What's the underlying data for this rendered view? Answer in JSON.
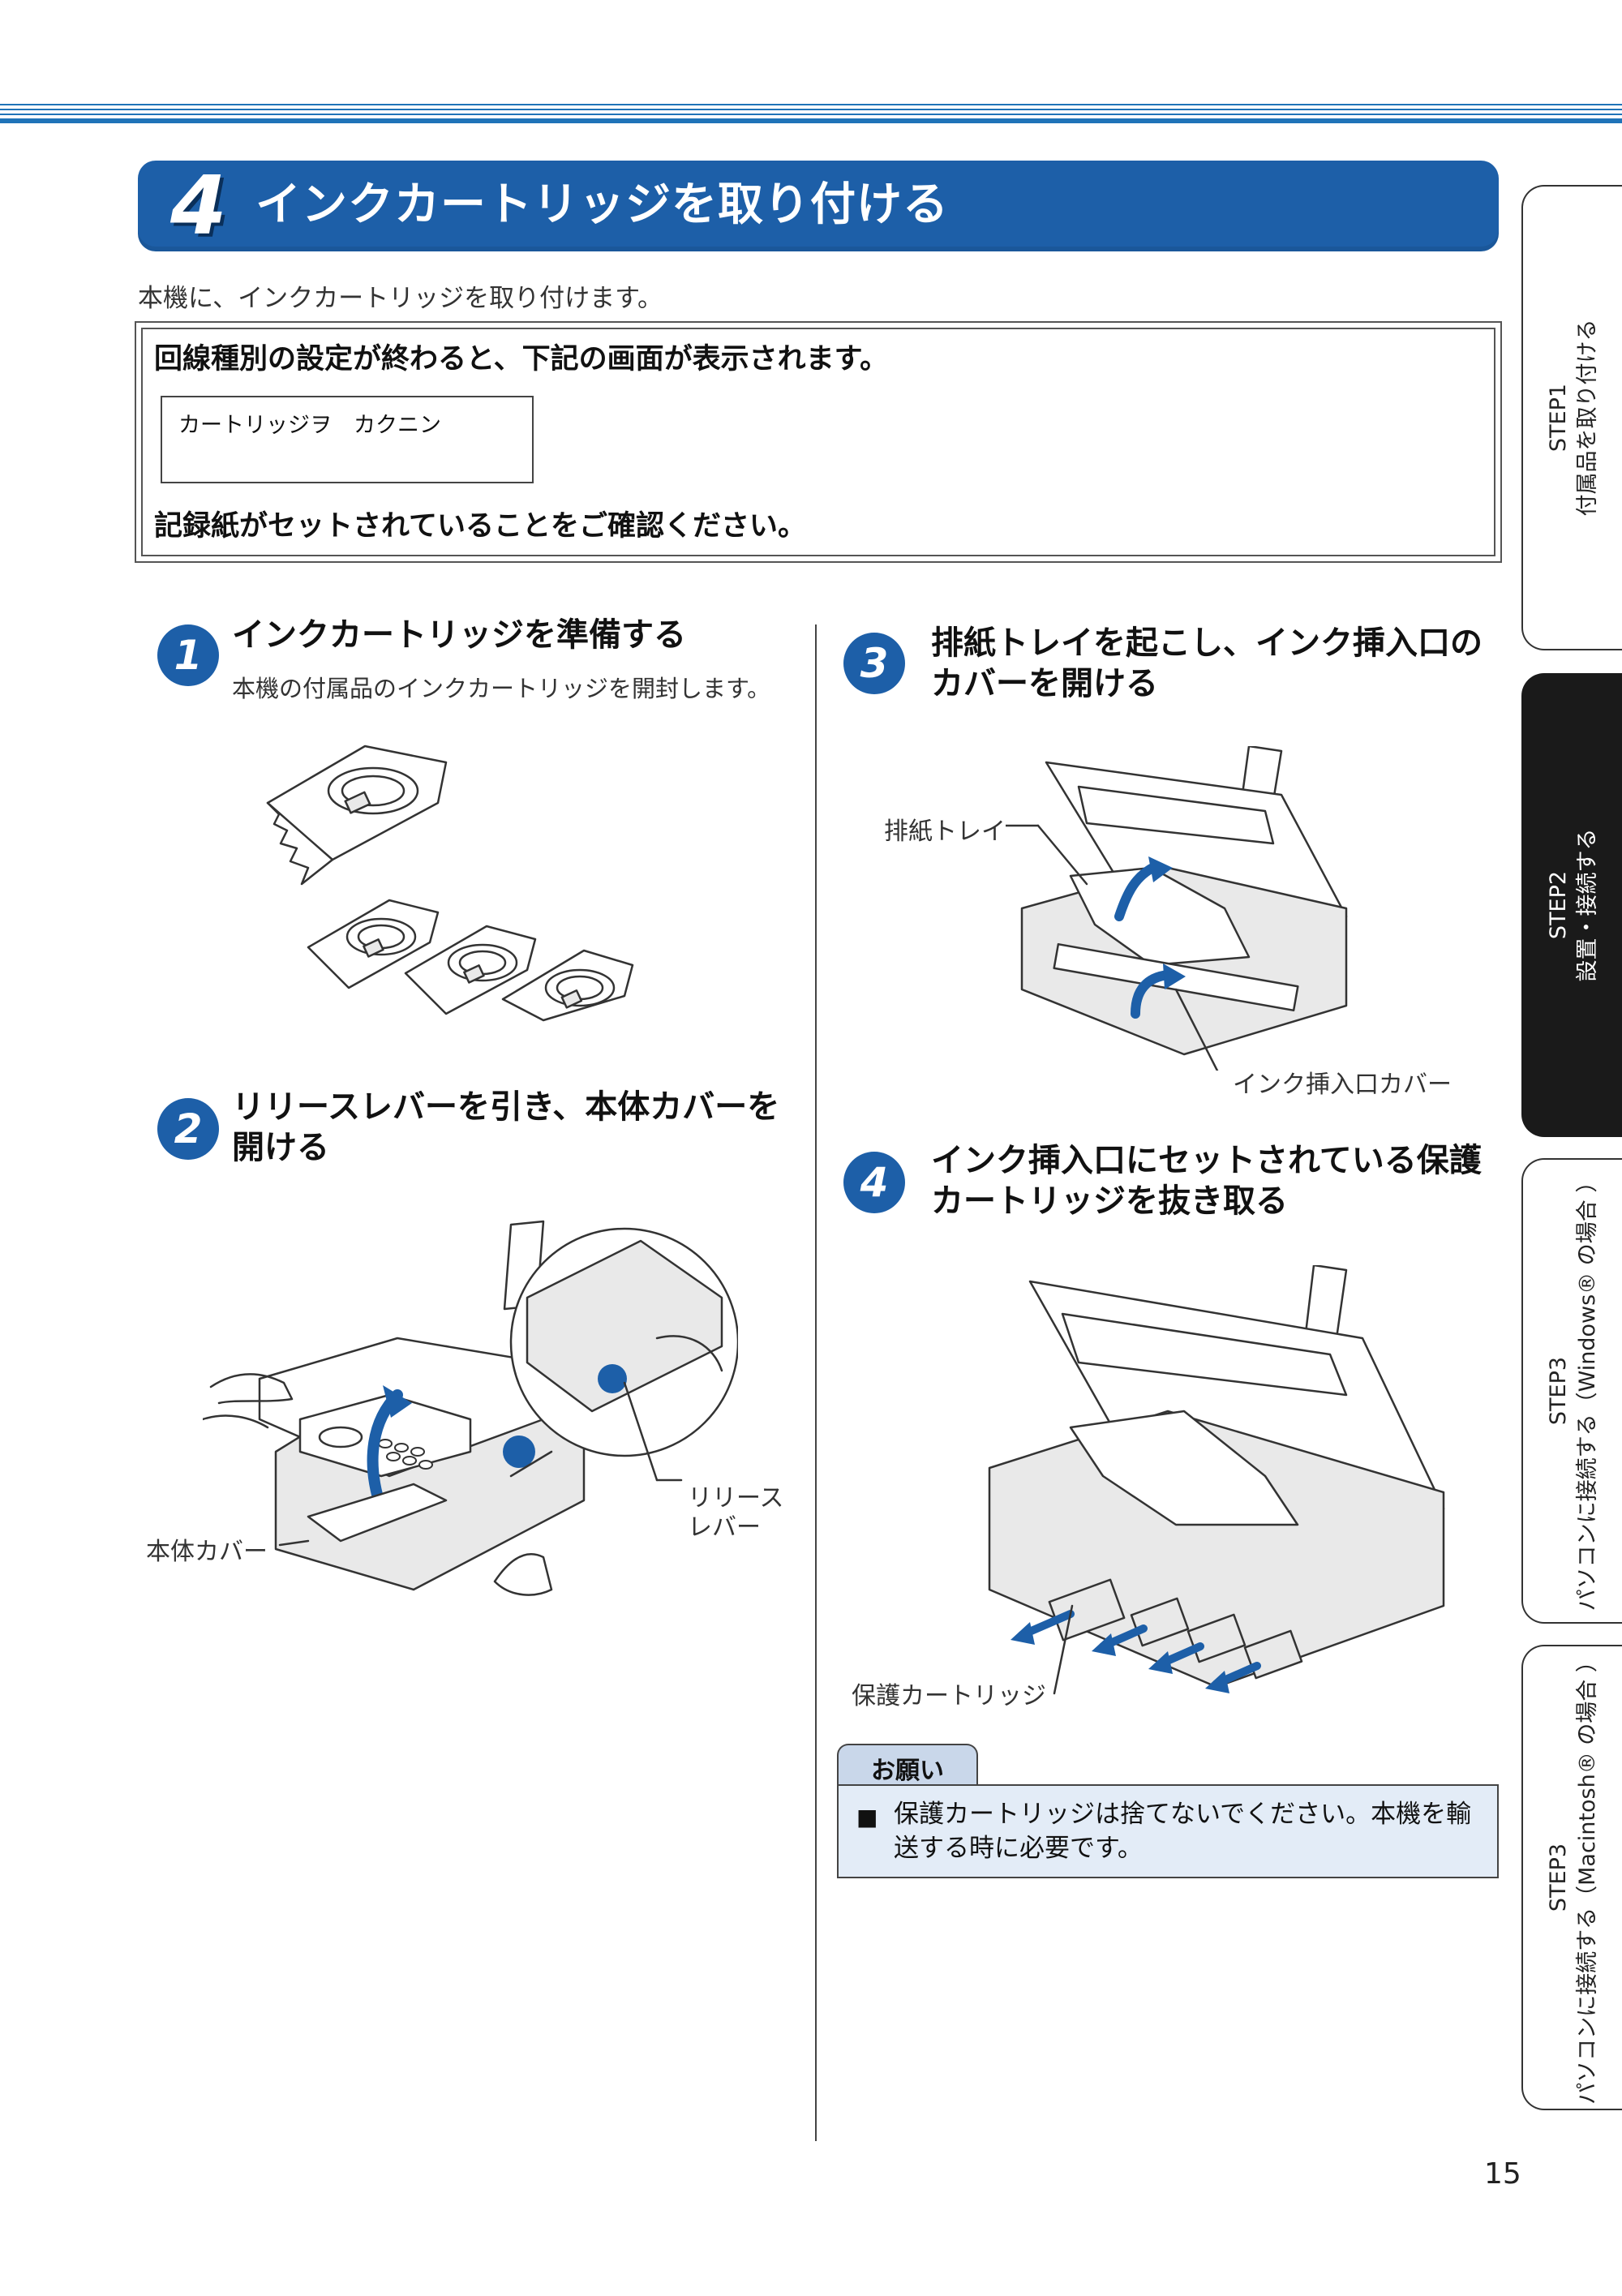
{
  "section": {
    "number": "4",
    "title": "インクカートリッジを取り付ける",
    "intro": "本機に、インクカートリッジを取り付けます。"
  },
  "info_box": {
    "heading": "回線種別の設定が終わると、下記の画面が表示されます。",
    "lcd_text": "カートリッジヲ　カクニン",
    "footer": "記録紙がセットされていることをご確認ください。"
  },
  "steps": [
    {
      "number": "1",
      "title": "インクカートリッジを準備する",
      "desc": "本機の付属品のインクカートリッジを開封します。"
    },
    {
      "number": "2",
      "title_line1": "リリースレバーを引き、本体カバーを",
      "title_line2": "開ける"
    },
    {
      "number": "3",
      "title_line1": "排紙トレイを起こし、インク挿入口の",
      "title_line2": "カバーを開ける"
    },
    {
      "number": "4",
      "title_line1": "インク挿入口にセットされている保護",
      "title_line2": "カートリッジを抜き取る"
    }
  ],
  "labels": {
    "main_cover": "本体カバー",
    "release_lever_1": "リリース",
    "release_lever_2": "レバー",
    "output_tray": "排紙トレイ",
    "ink_cover": "インク挿入口カバー",
    "protect_cartridge": "保護カートリッジ"
  },
  "note": {
    "tab": "お願い",
    "bullet": "■",
    "text": "保護カートリッジは捨てないでください。本機を輸送する時に必要です。"
  },
  "side_tabs": [
    {
      "line1": "STEP1",
      "line2": "付属品を取り付ける",
      "active": false
    },
    {
      "line1": "STEP2",
      "line2": "設置・接続する",
      "active": true
    },
    {
      "line1": "STEP3",
      "line2": "パソコンに接続する（Windows® の場合 ）",
      "active": false
    },
    {
      "line1": "STEP3",
      "line2": "パソコンに接続する（Macintosh® の場合 ）",
      "active": false
    }
  ],
  "page_number": "15",
  "colors": {
    "accent": "#1d5fa8",
    "note_bg": "#e3ecf7",
    "active_tab": "#1a1a1a"
  }
}
